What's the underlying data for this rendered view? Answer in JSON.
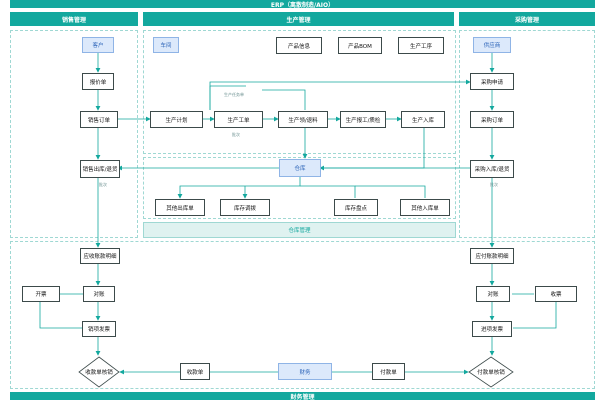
{
  "title": "ERP（离散制造/AIO）",
  "sections": {
    "sales": "销售管理",
    "production": "生产管理",
    "purchase": "采购管理",
    "warehouse": "仓库管理",
    "finance": "财务管理"
  },
  "sales": {
    "customer": "客户",
    "quote": "报价单",
    "order": "销售订单",
    "outbound": "销售出库/退货",
    "batch": "批次",
    "receivable": "应收账款明细",
    "invoice_out": "开票",
    "reconcile": "对账",
    "sales_invoice": "销项发票",
    "receipt_verify": "收款单核销"
  },
  "production": {
    "tag": "车间",
    "product_info": "产品信息",
    "bom": "产品BOM",
    "process": "生产工序",
    "plan": "生产计划",
    "work_order": "生产工单",
    "task": "生产任务单",
    "batch": "批次",
    "picking": "生产领/退料",
    "report": "生产报工/质检",
    "inbound": "生产入库"
  },
  "purchase": {
    "supplier": "供应商",
    "request": "采购申请",
    "order": "采购订单",
    "inbound": "采购入库/退货",
    "batch": "批次",
    "payable": "应付账款明细",
    "reconcile": "对账",
    "invoice_in": "收票",
    "purchase_invoice": "进项发票",
    "payment_verify": "付款单核销"
  },
  "warehouse": {
    "center": "仓库",
    "other_out": "其他出库单",
    "transfer": "库存调拨",
    "stocktake": "库存盘点",
    "other_in": "其他入库单"
  },
  "finance": {
    "receipt": "收款单",
    "center": "财务",
    "payment": "付款单"
  },
  "colors": {
    "accent": "#13a89e",
    "blue_fill": "#dce9fb",
    "blue_text": "#2b63b8"
  }
}
